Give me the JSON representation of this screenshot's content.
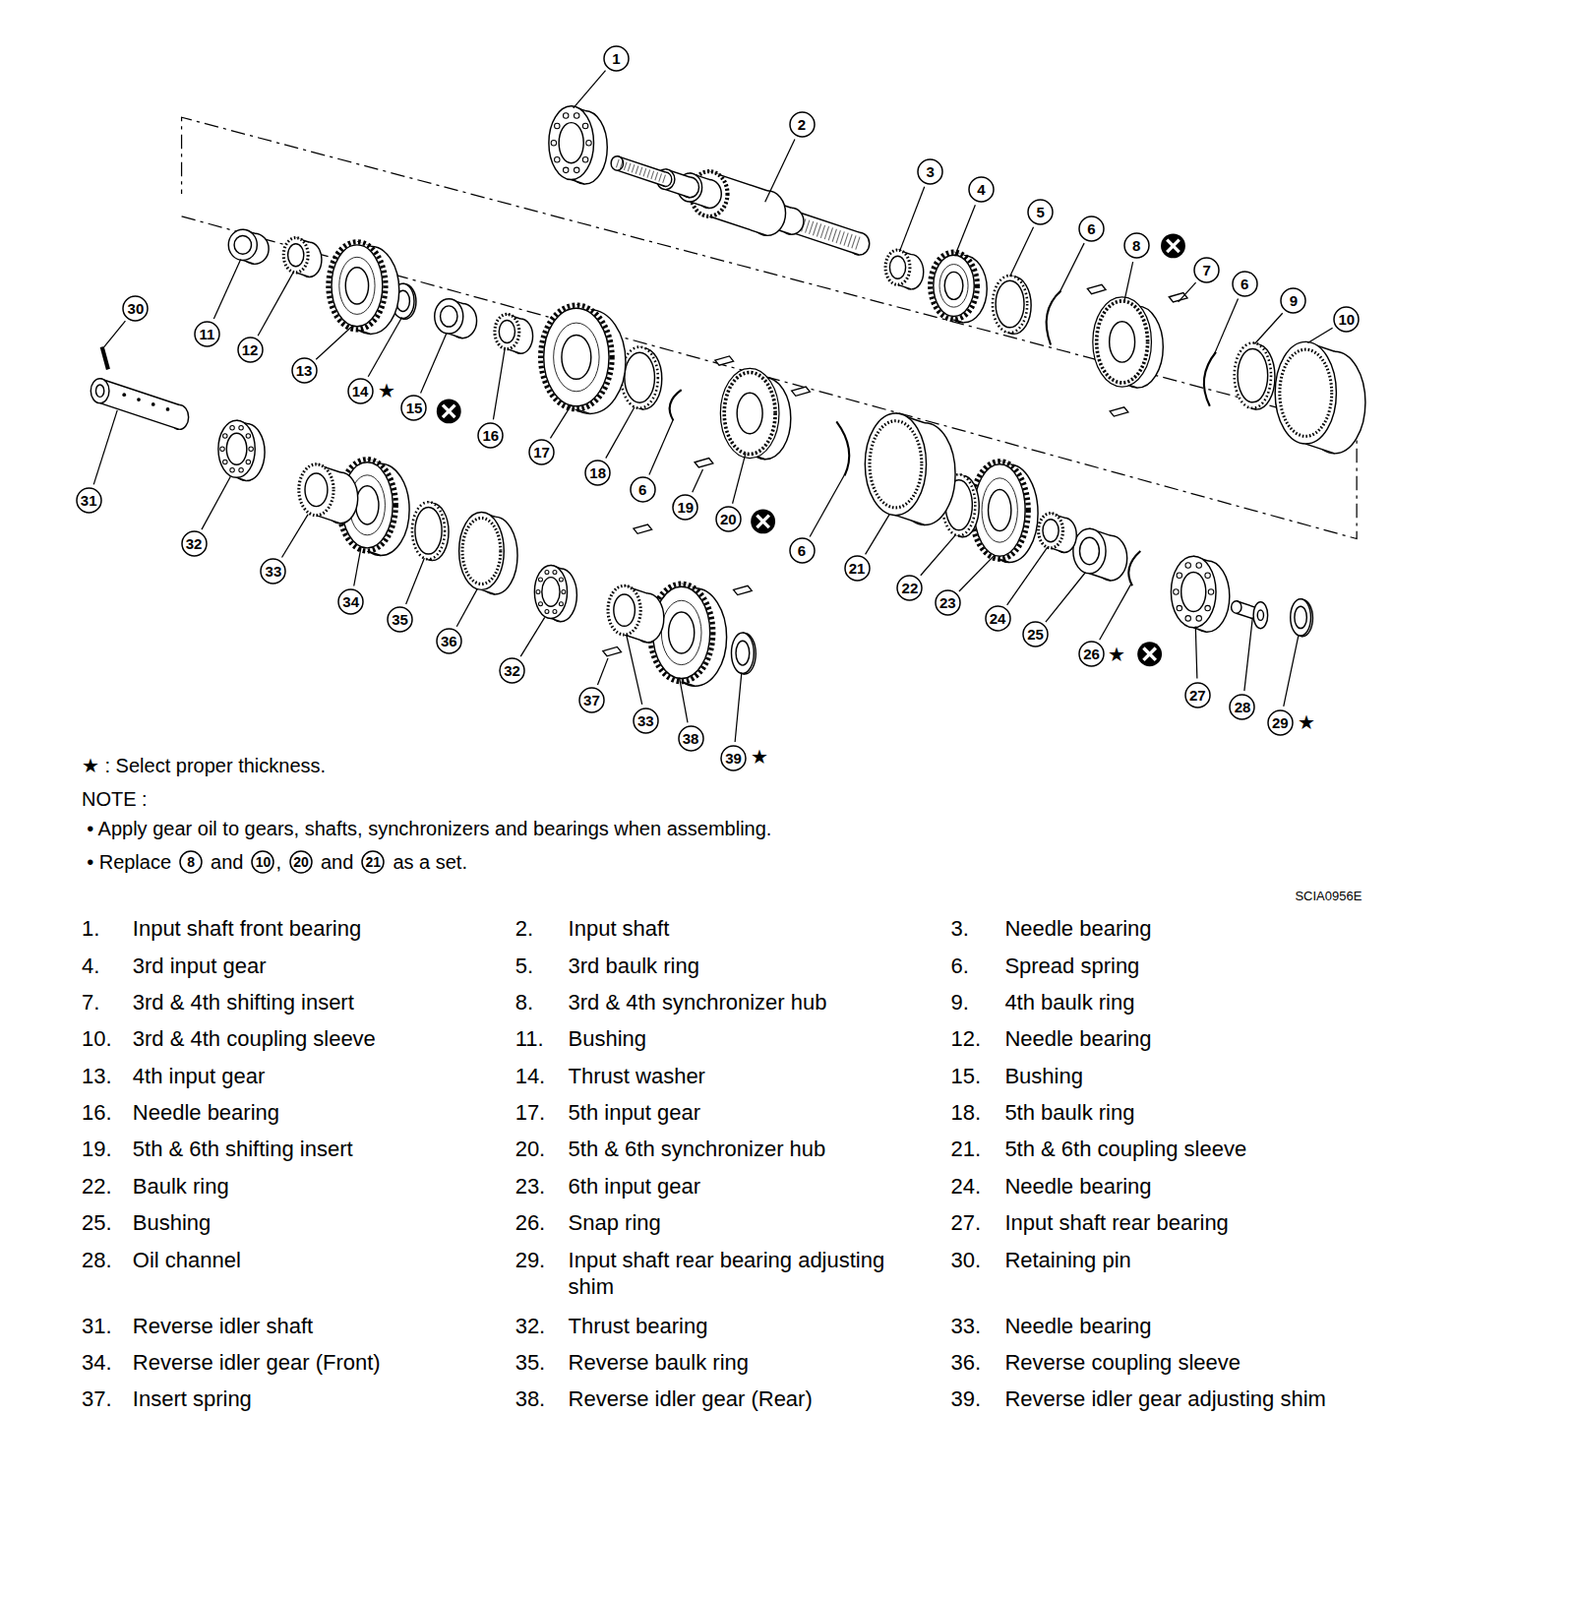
{
  "diagram": {
    "nodes": [
      {
        "text": [
          "1"
        ]
      },
      {
        "text": [
          "2"
        ]
      },
      {
        "text": [
          "3"
        ]
      },
      {
        "text": [
          "4"
        ]
      },
      {
        "text": [
          "5"
        ]
      },
      {
        "text": [
          "6"
        ]
      },
      {
        "text": [
          "8"
        ]
      },
      {
        "text": [
          "7"
        ]
      },
      {
        "text": [
          "6"
        ]
      },
      {
        "text": [
          "9"
        ]
      },
      {
        "text": [
          "10"
        ]
      },
      {
        "text": [
          "30"
        ]
      },
      {
        "text": [
          "11"
        ]
      },
      {
        "text": [
          "12"
        ]
      },
      {
        "text": [
          "13"
        ]
      },
      {
        "text": [
          "14"
        ]
      },
      {
        "text": [
          "15"
        ]
      },
      {
        "text": [
          "16"
        ]
      },
      {
        "text": [
          "17"
        ]
      },
      {
        "text": [
          "18"
        ]
      },
      {
        "text": [
          "6"
        ]
      },
      {
        "text": [
          "19"
        ]
      },
      {
        "text": [
          "20"
        ]
      },
      {
        "text": [
          "6"
        ]
      },
      {
        "text": [
          "21"
        ]
      },
      {
        "text": [
          "22"
        ]
      },
      {
        "text": [
          "23"
        ]
      },
      {
        "text": [
          "24"
        ]
      },
      {
        "text": [
          "25"
        ]
      },
      {
        "text": [
          "26"
        ]
      },
      {
        "text": [
          "27"
        ]
      },
      {
        "text": [
          "28"
        ]
      },
      {
        "text": [
          "29"
        ]
      },
      {
        "text": [
          "31"
        ]
      },
      {
        "text": [
          "32"
        ]
      },
      {
        "text": [
          "33"
        ]
      },
      {
        "text": [
          "34"
        ]
      },
      {
        "text": [
          "35"
        ]
      },
      {
        "text": [
          "36"
        ]
      },
      {
        "text": [
          "32"
        ]
      },
      {
        "text": [
          "37"
        ]
      },
      {
        "text": [
          "33"
        ]
      },
      {
        "text": [
          "38"
        ]
      },
      {
        "text": [
          "39"
        ]
      },
      {
        "text": [
          "8"
        ]
      },
      {
        "text": [
          "10"
        ]
      },
      {
        "text": [
          "20"
        ]
      },
      {
        "text": [
          "21"
        ]
      }
    ],
    "labels": [
      "★",
      "★",
      "★",
      "★",
      "★ : Select proper thickness.",
      "NOTE :",
      "• Apply gear oil to gears, shafts, synchronizers and bearings when assembling.",
      "• Replace",
      "and",
      ",",
      "and",
      "as a set.",
      "SCIA0956E",
      "1.",
      "Input shaft front bearing",
      "2.",
      "Input shaft",
      "3.",
      "Needle bearing",
      "4.",
      "3rd input gear",
      "5.",
      "3rd baulk ring",
      "6.",
      "Spread spring",
      "7.",
      "3rd & 4th shifting insert",
      "8.",
      "3rd & 4th synchronizer hub",
      "9.",
      "4th baulk ring",
      "10.",
      "3rd & 4th coupling sleeve",
      "11.",
      "Bushing",
      "12.",
      "Needle bearing",
      "13.",
      "4th input gear",
      "14.",
      "Thrust washer",
      "15.",
      "Bushing",
      "16.",
      "Needle bearing",
      "17.",
      "5th input gear",
      "18.",
      "5th baulk ring",
      "19.",
      "5th & 6th shifting insert",
      "20.",
      "5th & 6th synchronizer hub",
      "21.",
      "5th & 6th coupling sleeve",
      "22.",
      "Baulk ring",
      "23.",
      "6th input gear",
      "24.",
      "Needle bearing",
      "25.",
      "Bushing",
      "26.",
      "Snap ring",
      "27.",
      "Input shaft rear bearing",
      "28.",
      "Oil channel",
      "29.",
      "Input shaft rear bearing adjusting shim",
      "30.",
      "Retaining pin",
      "31.",
      "Reverse idler shaft",
      "32.",
      "Thrust bearing",
      "33.",
      "Needle bearing",
      "34.",
      "Reverse idler gear (Front)",
      "35.",
      "Reverse baulk ring",
      "36.",
      "Reverse coupling sleeve",
      "37.",
      "Insert spring",
      "38.",
      "Reverse idler gear (Rear)",
      "39.",
      "Reverse idler gear adjusting shim"
    ]
  }
}
